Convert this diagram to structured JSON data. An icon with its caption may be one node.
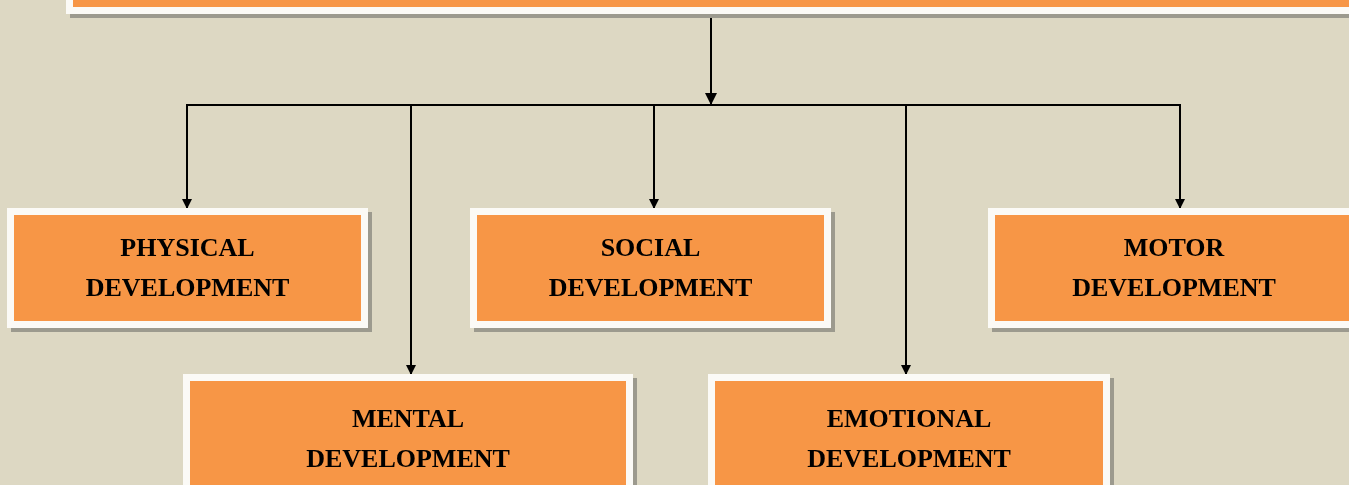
{
  "diagram": {
    "nodes": [
      {
        "text": [],
        "shape": "box"
      },
      {
        "text": [
          "PHYSICAL DEVELOPMENT"
        ]
      },
      {
        "text": [
          "MENTAL DEVELOPMENT"
        ]
      },
      {
        "text": [
          "SOCIAL DEVELOPMENT"
        ]
      },
      {
        "text": [
          "EMOTIONAL DEVELOPMENT"
        ]
      },
      {
        "text": [
          "MOTOR DEVELOPMENT"
        ]
      }
    ],
    "edges": [
      {
        "from": 0,
        "to": 1,
        "arrow": "to"
      },
      {
        "from": 0,
        "to": 2,
        "arrow": "to"
      },
      {
        "from": 0,
        "to": 3,
        "arrow": "to"
      },
      {
        "from": 0,
        "to": 4,
        "arrow": "to"
      },
      {
        "from": 0,
        "to": 5,
        "arrow": "to"
      }
    ]
  }
}
